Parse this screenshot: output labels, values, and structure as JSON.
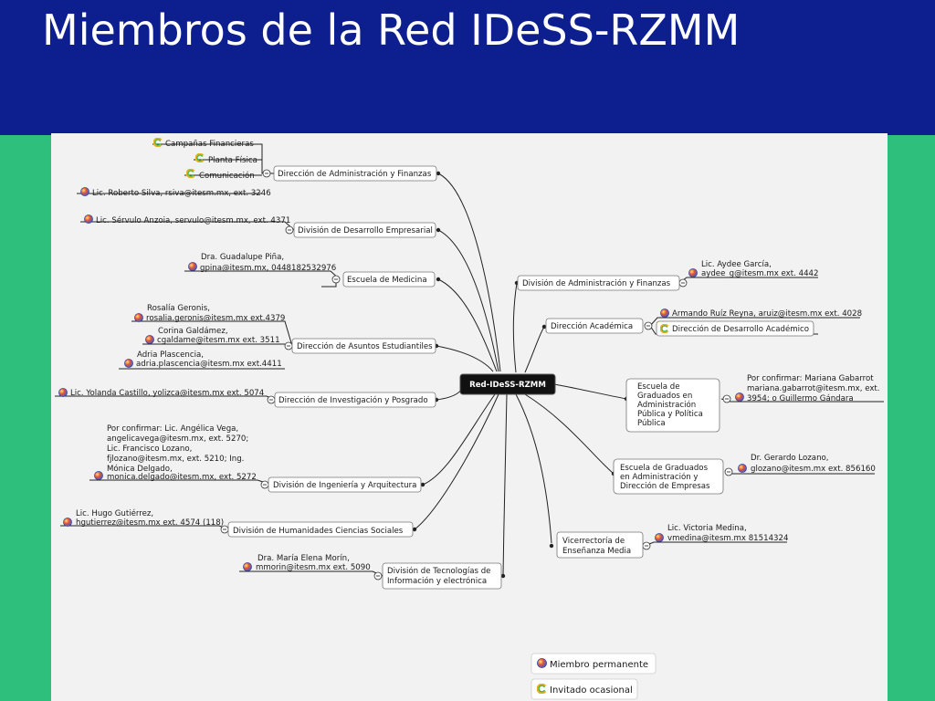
{
  "title": "Miembros de la Red IDeSS-RZMM",
  "colors": {
    "header": "#0d1f8f",
    "background": "#2ebf7c",
    "canvas": "#f2f2f2",
    "center_node": "#111111",
    "permanent_icon": "#3b5bd6",
    "occasional_icon": "#e8b020"
  },
  "center": "Red-IDeSS-RZMM",
  "nodes": {
    "admin_finanzas": "Dirección de Administración y Finanzas",
    "campanas": "Campañas Financieras",
    "planta": "Planta Física",
    "comunicacion": "Comunicación",
    "silva": "Lic. Roberto Silva, rsiva@itesm.mx, ext. 3246",
    "desarrollo_emp": "División de Desarrollo Empresarial",
    "anzoia": "Lic. Sérvulo Anzoia, servulo@itesm.mx, ext. 4371",
    "medicina": "Escuela de Medicina",
    "pina": [
      "Dra. Guadalupe Piña,",
      "gpina@itesm.mx, 0448182532976"
    ],
    "asuntos": "Dirección de Asuntos Estudiantiles",
    "geronis": [
      "Rosalía Geronis,",
      "rosalia.geronis@itesm.mx ext.4379"
    ],
    "galdamez": [
      "Corina Galdámez,",
      "cgaldame@itesm.mx ext. 3511"
    ],
    "plascencia": [
      "Adria Plascencia,",
      "adria.plascencia@itesm.mx ext.4411"
    ],
    "investigacion": "Dirección de Investigación y Posgrado",
    "castillo": "Lic. Yolanda Castillo, yolizca@itesm.mx ext. 5074",
    "ingenieria": "División de Ingeniería y Arquitectura",
    "vega": [
      "Por confirmar:  Lic. Angélica Vega,",
      "angelicavega@itesm.mx, ext. 5270;",
      "Lic. Francisco Lozano,",
      "fjlozano@itesm.mx, ext. 5210; Ing.",
      "Mónica Delgado,",
      "monica.delgado@itesm.mx, ext. 5272"
    ],
    "humanidades": "División de Humanidades  Ciencias Sociales",
    "gutierrez": [
      "Lic. Hugo Gutiérrez,",
      "hgutierrez@itesm.mx ext. 4574 (118)"
    ],
    "tecnologias": [
      "División de Tecnologías de",
      "Información y electrónica"
    ],
    "morin": [
      "Dra. María Elena Morín,",
      "mmorin@itesm.mx ext. 5090"
    ],
    "div_admin_fin": "División de Administración y Finanzas",
    "garcia": [
      "Lic. Aydee García,",
      "aydee_g@itesm.mx ext. 4442"
    ],
    "academica": "Dirección Académica",
    "ruiz": "Armando Ruíz Reyna, aruiz@itesm.mx ext. 4028",
    "des_academico": "Dirección de Desarrollo Académico",
    "egap": [
      "Escuela de",
      "Graduados en",
      "Administración",
      "Pública y Política",
      "Pública"
    ],
    "gabarrot": [
      "Por confirmar: Mariana Gabarrot",
      "mariana.gabarrot@itesm.mx, ext.",
      "3954; o Guillermo Gándara"
    ],
    "egade": [
      "Escuela de Graduados",
      "en Administración y",
      "Dirección de Empresas"
    ],
    "lozano": [
      "Dr. Gerardo Lozano,",
      "glozano@itesm.mx ext. 856160"
    ],
    "vicerrectoria": [
      "Vicerrectoría de",
      "Enseñanza Media"
    ],
    "medina": [
      "Lic. Victoria Medina,",
      "vmedina@itesm.mx 81514324"
    ]
  },
  "legend": {
    "permanent": "Miembro  permanente",
    "occasional": "Invitado ocasional"
  }
}
